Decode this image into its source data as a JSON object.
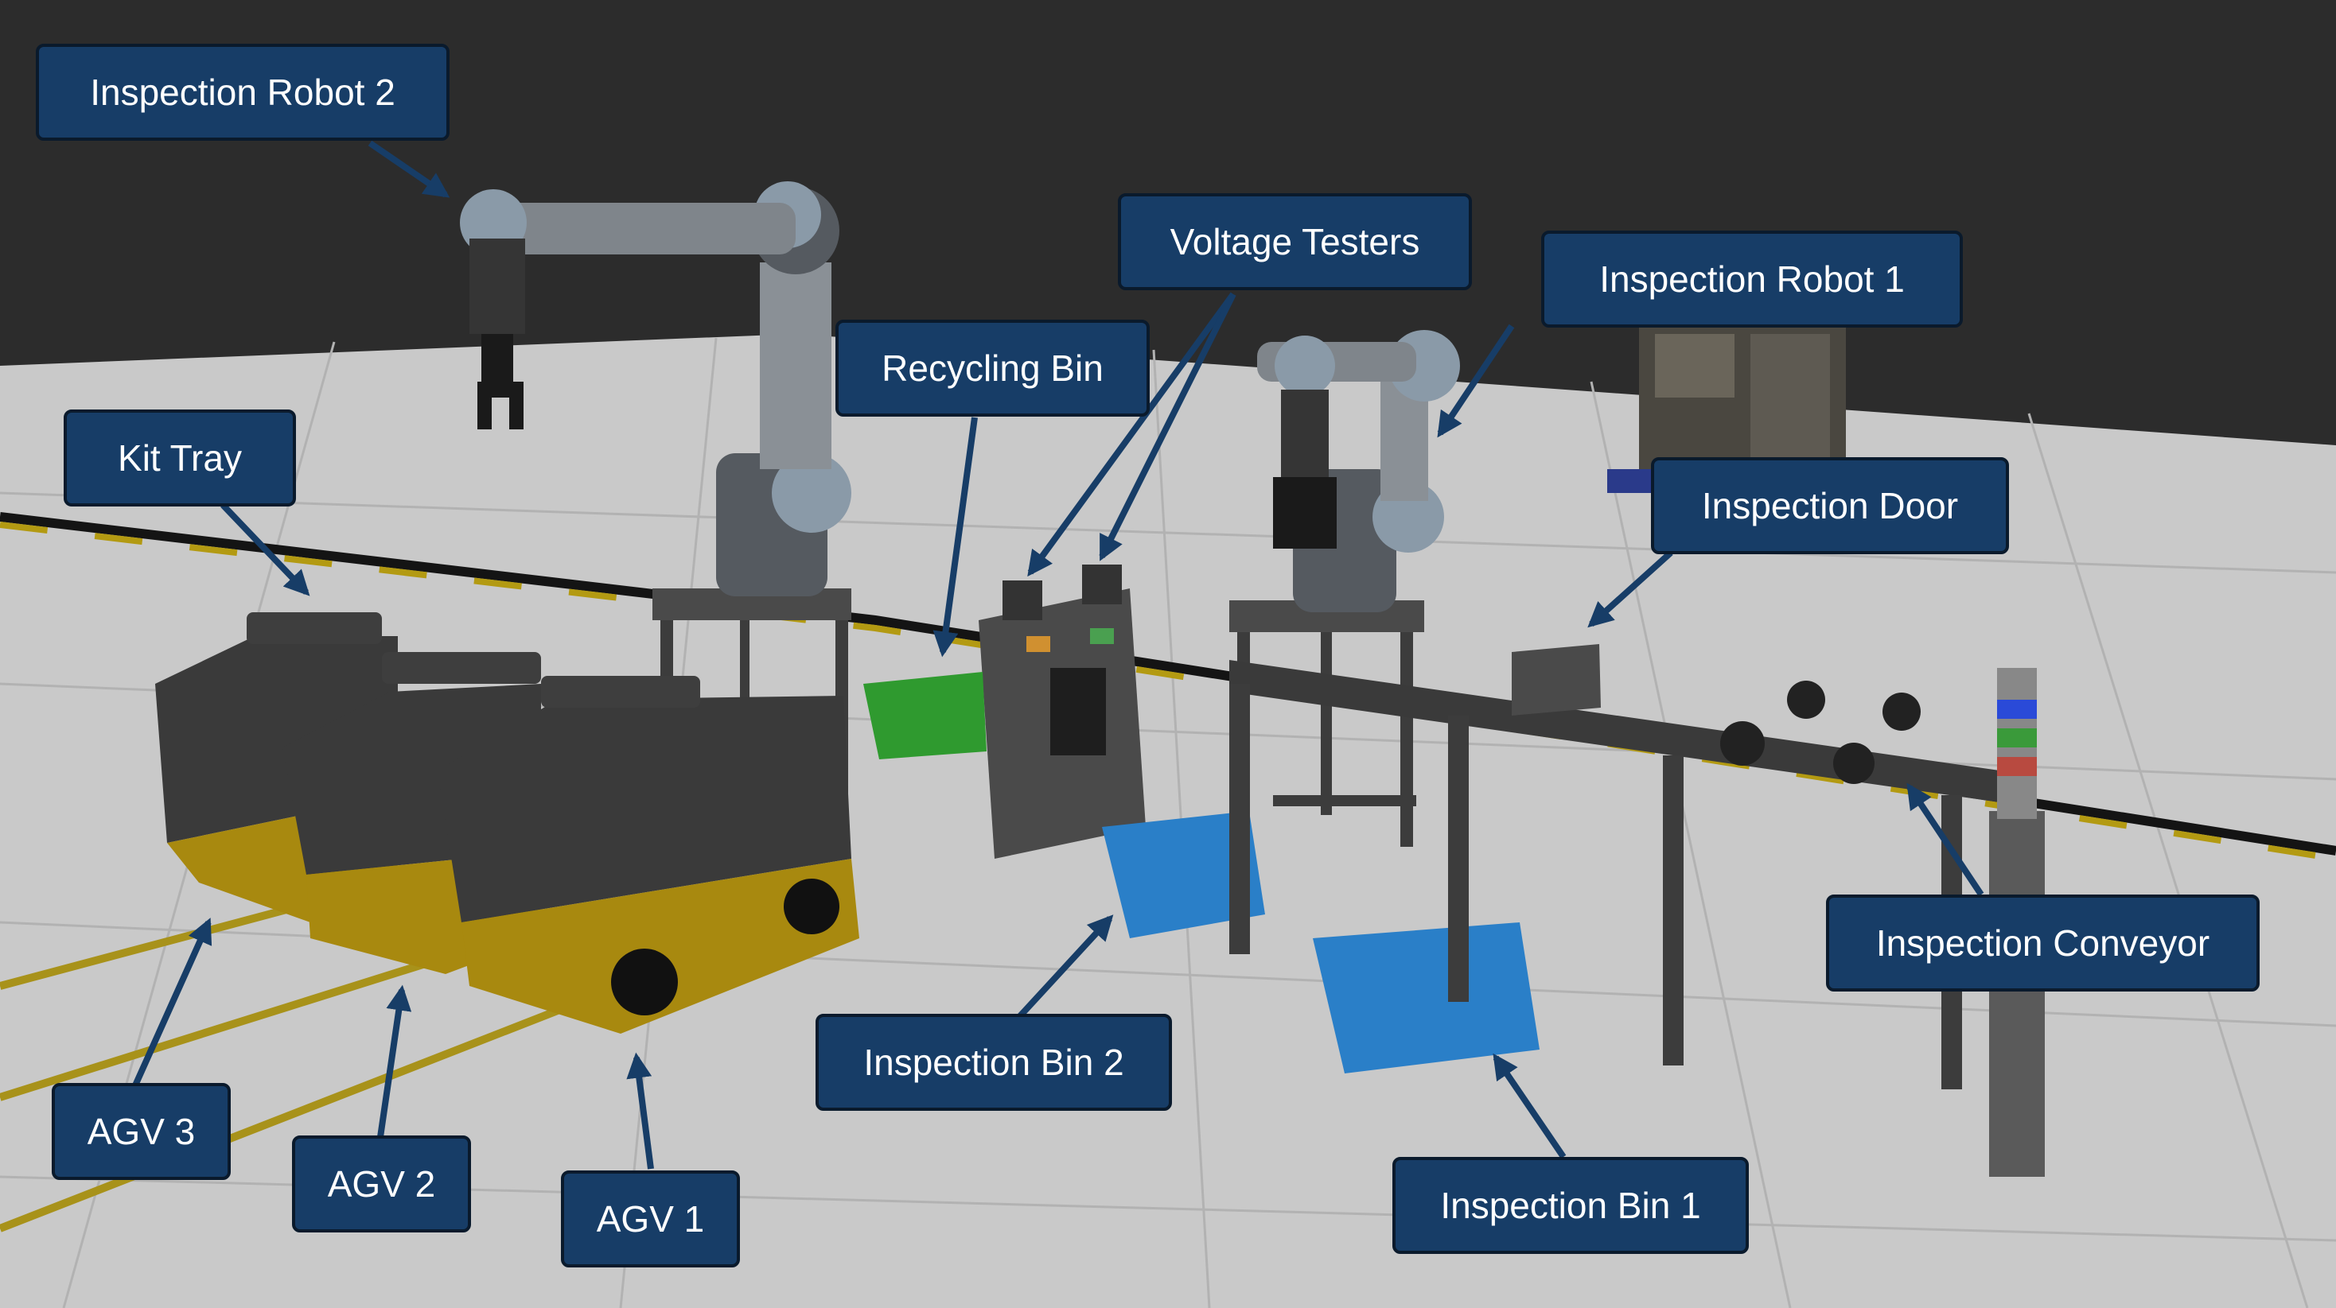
{
  "scene_labels": {
    "inspection_robot_2": "Inspection Robot 2",
    "voltage_testers": "Voltage Testers",
    "inspection_robot_1": "Inspection Robot 1",
    "recycling_bin": "Recycling Bin",
    "kit_tray": "Kit Tray",
    "inspection_door": "Inspection Door",
    "inspection_conveyor": "Inspection Conveyor",
    "inspection_bin_2": "Inspection Bin 2",
    "inspection_bin_1": "Inspection Bin 1",
    "agv_3": "AGV 3",
    "agv_2": "AGV 2",
    "agv_1": "AGV 1"
  },
  "colors": {
    "label_fill": "#173d67",
    "label_border": "#0a1a2c",
    "label_text": "#ffffff",
    "arrow": "#173d67",
    "wall": "#2c2c2c",
    "floor": "#c9c9c9",
    "agv_body": "#3a3a3a",
    "agv_base": "#a8890f",
    "robot_body": "#555a60",
    "robot_joint": "#8a9aa8",
    "recycling_bin": "#2f9a2f",
    "inspection_bin": "#2a7fc8",
    "frame": "#3c3c3c"
  }
}
